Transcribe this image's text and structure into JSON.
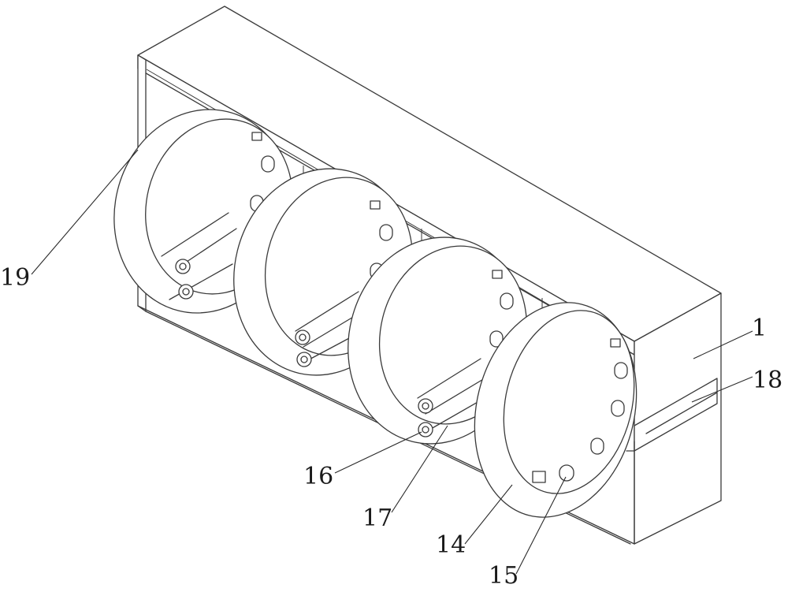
{
  "callouts": {
    "c1": "1",
    "c14": "14",
    "c15": "15",
    "c16": "16",
    "c17": "17",
    "c18": "18",
    "c19": "19"
  }
}
